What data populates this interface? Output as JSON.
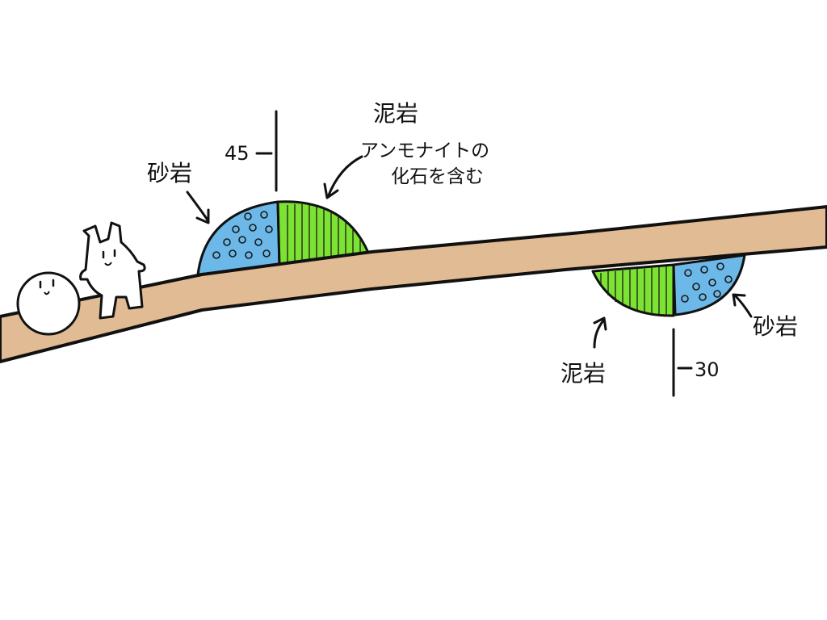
{
  "labels": {
    "left_sandstone": "砂岩",
    "top_mudstone": "泥岩",
    "fossil_note_line1": "アンモナイトの",
    "fossil_note_line2": "化石を含む",
    "right_sandstone": "砂岩",
    "bottom_mudstone": "泥岩"
  },
  "measurements": {
    "top_value": "45",
    "bottom_value": "30"
  },
  "colors": {
    "road": "#e0bb93",
    "sandstone": "#6cb8e8",
    "mudstone": "#7de332",
    "outline": "#111111"
  }
}
